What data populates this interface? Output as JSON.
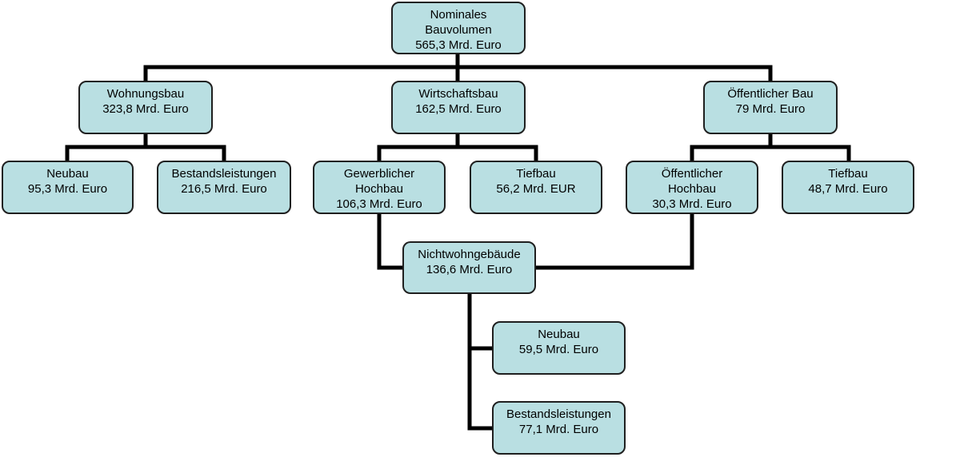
{
  "colors": {
    "node_fill": "#b9dfe2",
    "node_border": "#1f1f1f",
    "connector": "#000000",
    "background": "#ffffff"
  },
  "nodes": {
    "root": {
      "lines": [
        "Nominales",
        "Bauvolumen",
        "565,3 Mrd. Euro"
      ]
    },
    "wohnungsbau": {
      "lines": [
        "Wohnungsbau",
        "323,8 Mrd. Euro"
      ]
    },
    "wirtschaftsbau": {
      "lines": [
        "Wirtschaftsbau",
        "162,5 Mrd. Euro"
      ]
    },
    "oeffentlicher_bau": {
      "lines": [
        "Öffentlicher Bau",
        "79 Mrd. Euro"
      ]
    },
    "wb_neubau": {
      "lines": [
        "Neubau",
        "95,3 Mrd. Euro"
      ]
    },
    "wb_bestand": {
      "lines": [
        "Bestandsleistungen",
        "216,5 Mrd. Euro"
      ]
    },
    "gewerblicher_hochbau": {
      "lines": [
        "Gewerblicher",
        "Hochbau",
        "106,3 Mrd. Euro"
      ]
    },
    "wirt_tiefbau": {
      "lines": [
        "Tiefbau",
        "56,2 Mrd. EUR"
      ]
    },
    "oeff_hochbau": {
      "lines": [
        "Öffentlicher",
        "Hochbau",
        "30,3 Mrd. Euro"
      ]
    },
    "oeff_tiefbau": {
      "lines": [
        "Tiefbau",
        "48,7 Mrd. Euro"
      ]
    },
    "nichtwohngebaeude": {
      "lines": [
        "Nichtwohngebäude",
        "136,6 Mrd. Euro"
      ]
    },
    "nwg_neubau": {
      "lines": [
        "Neubau",
        "59,5 Mrd. Euro"
      ]
    },
    "nwg_bestand": {
      "lines": [
        "Bestandsleistungen",
        "77,1 Mrd. Euro"
      ]
    }
  }
}
